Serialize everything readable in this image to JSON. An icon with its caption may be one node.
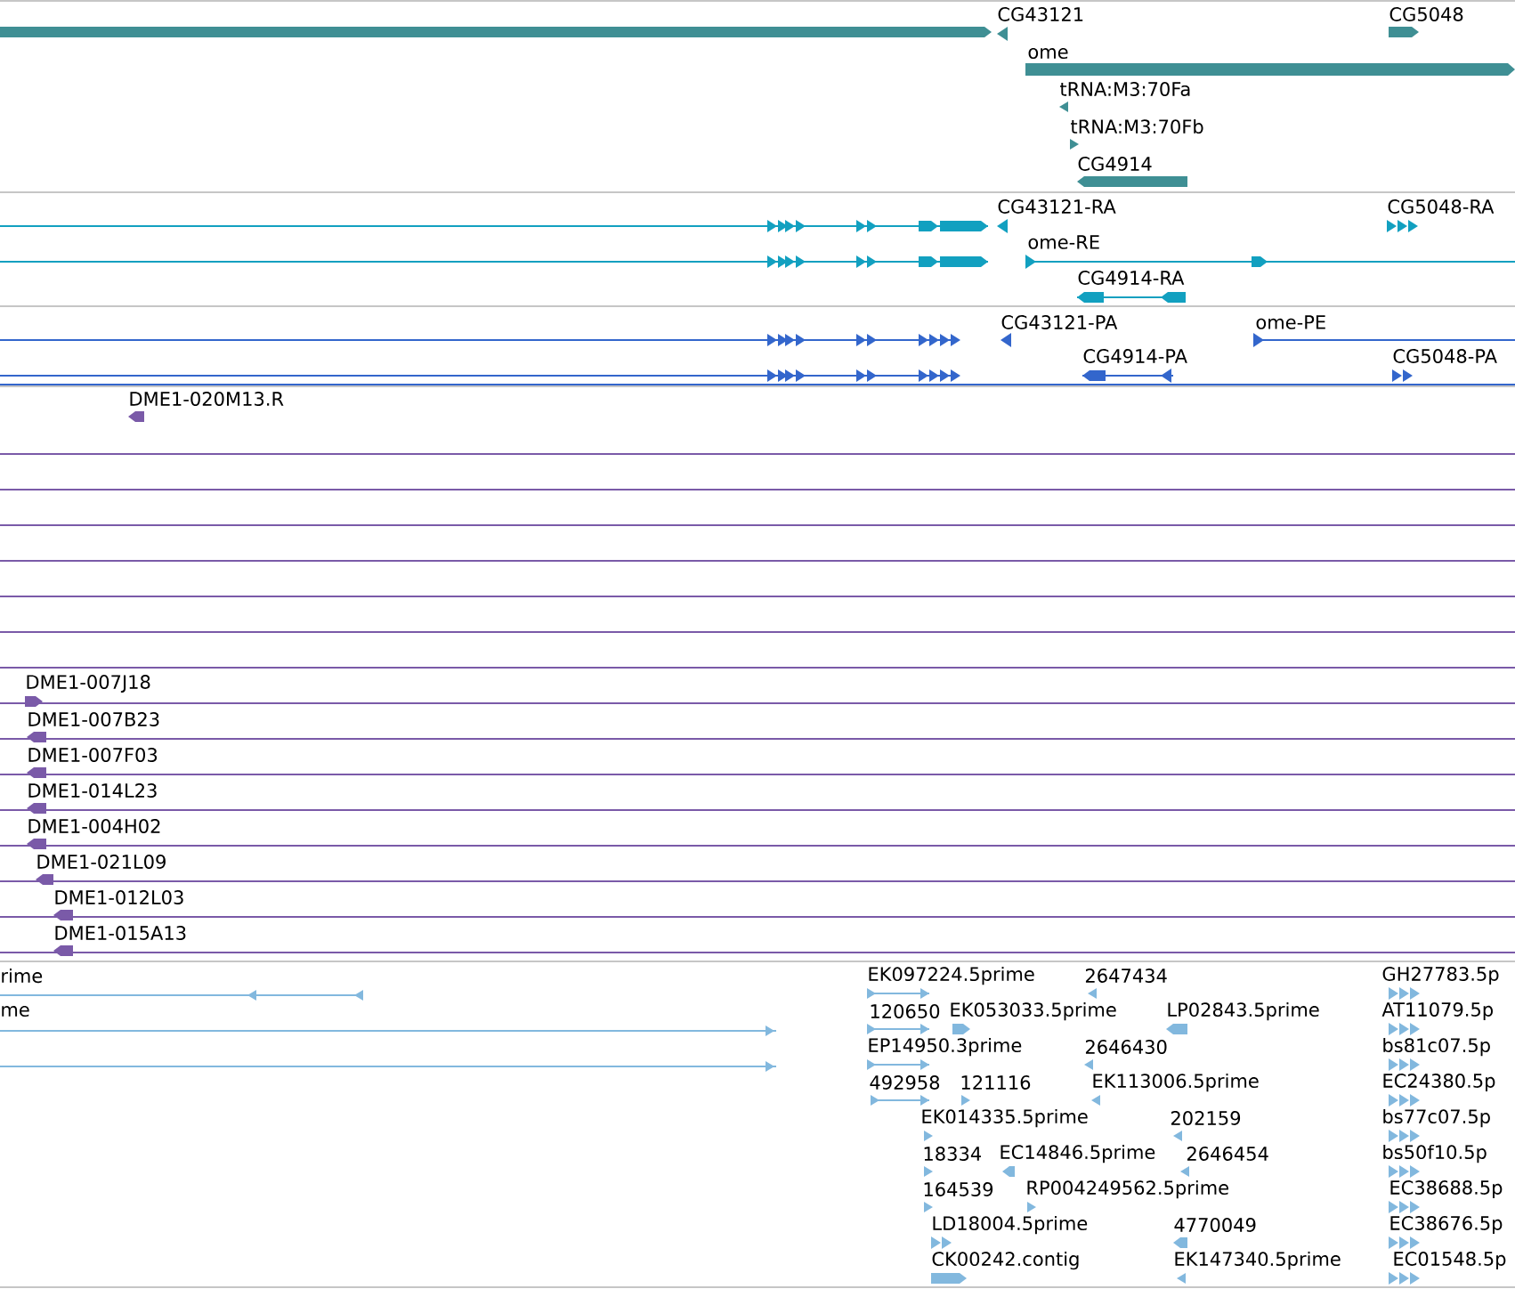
{
  "diagram": {
    "labels": [
      "CG43121",
      "CG5048",
      "ome",
      "tRNA:M3:70Fa",
      "tRNA:M3:70Fb",
      "CG4914",
      "CG43121-RA",
      "CG5048-RA",
      "ome-RE",
      "CG4914-RA",
      "CG43121-PA",
      "ome-PE",
      "CG4914-PA",
      "CG5048-PA",
      "DME1-020M13.R",
      "DME1-007J18",
      "DME1-007B23",
      "DME1-007F03",
      "DME1-014L23",
      "DME1-004H02",
      "DME1-021L09",
      "DME1-012L03",
      "DME1-015A13",
      "rime",
      "EK097224.5prime",
      "2647434",
      "GH27783.5p",
      "me",
      "120650",
      "EK053033.5prime",
      "LP02843.5prime",
      "AT11079.5p",
      "EP14950.3prime",
      "2646430",
      "bs81c07.5p",
      "492958",
      "121116",
      "EK113006.5prime",
      "EC24380.5p",
      "EK014335.5prime",
      "202159",
      "bs77c07.5p",
      "18334",
      "EC14846.5prime",
      "2646454",
      "bs50f10.5p",
      "164539",
      "RP004249562.5prime",
      "EC38688.5p",
      "LD18004.5prime",
      "4770049",
      "EC38676.5p",
      "CK00242.contig",
      "EK147340.5prime",
      "EC01548.5p"
    ]
  }
}
